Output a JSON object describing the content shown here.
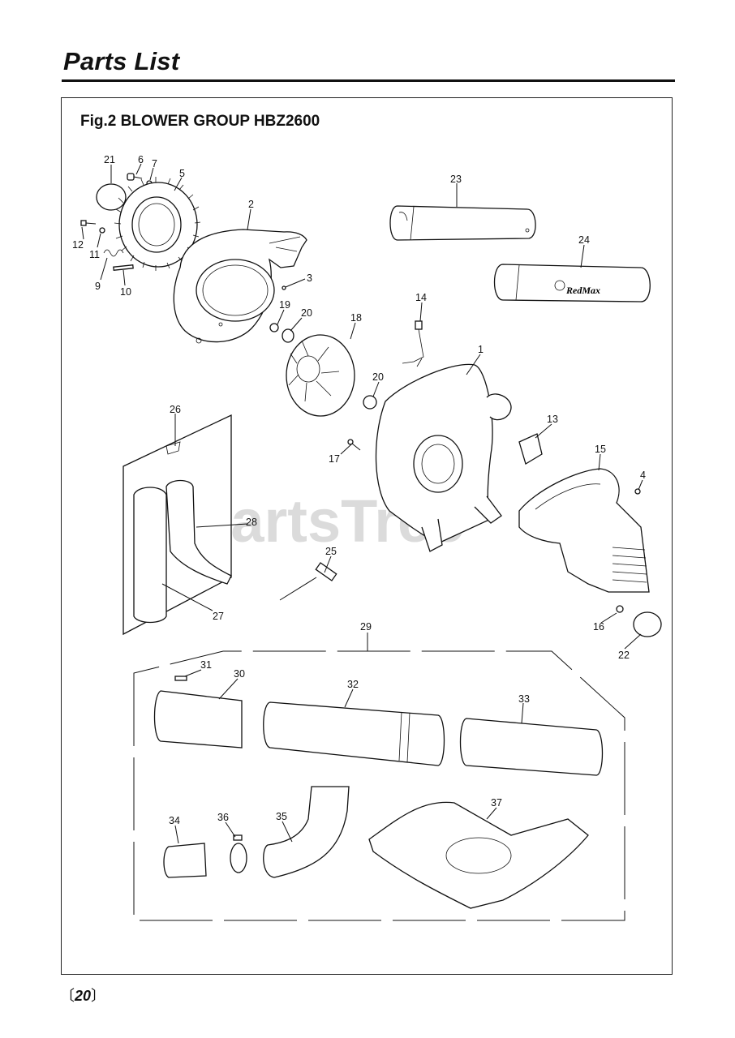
{
  "header": {
    "title": "Parts List"
  },
  "figure": {
    "title": "Fig.2 BLOWER GROUP HBZ2600",
    "callouts": [
      "21",
      "6",
      "7",
      "5",
      "2",
      "23",
      "24",
      "12",
      "11",
      "9",
      "10",
      "3",
      "19",
      "20",
      "18",
      "14",
      "1",
      "20",
      "13",
      "26",
      "15",
      "4",
      "17",
      "28",
      "25",
      "27",
      "16",
      "22",
      "29",
      "31",
      "30",
      "32",
      "33",
      "34",
      "36",
      "35",
      "37"
    ],
    "logo_text": "RedMax",
    "watermark": "PartsTree"
  },
  "footer": {
    "page_number": "20",
    "open": "〔",
    "close": "〕"
  }
}
